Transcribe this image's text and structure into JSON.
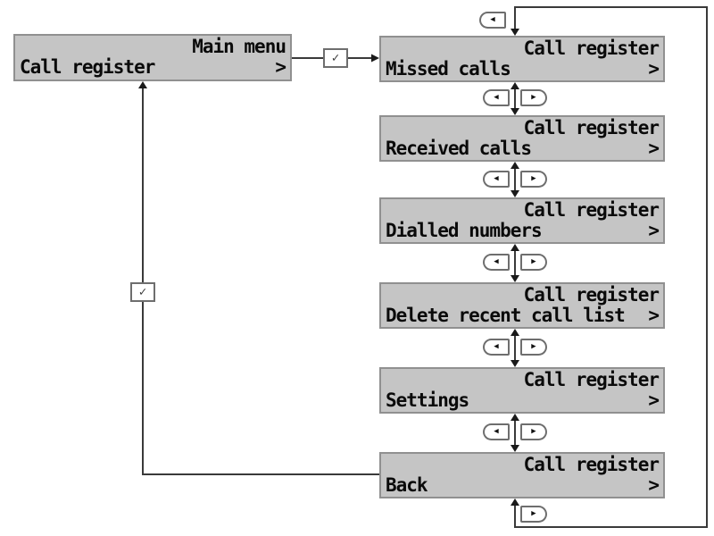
{
  "screens": {
    "main": {
      "title": "Main menu",
      "item": "Call register",
      "scroll_indicator": ">"
    },
    "submenu": [
      {
        "title": "Call register",
        "item": "Missed calls",
        "scroll_indicator": ">"
      },
      {
        "title": "Call register",
        "item": "Received calls",
        "scroll_indicator": ">"
      },
      {
        "title": "Call register",
        "item": "Dialled numbers",
        "scroll_indicator": ">"
      },
      {
        "title": "Call register",
        "item": "Delete recent call list",
        "scroll_indicator": ">"
      },
      {
        "title": "Call register",
        "item": "Settings",
        "scroll_indicator": ">"
      },
      {
        "title": "Call register",
        "item": "Back",
        "scroll_indicator": ">"
      }
    ]
  },
  "keys": {
    "select_key_glyph": "✓",
    "scroll_left_key_glyph": "◀",
    "scroll_right_key_glyph": "▶"
  },
  "colors": {
    "screen_bg": "#c5c5c5",
    "screen_border": "#909090",
    "wire": "#3a3a3a",
    "key_border": "#6e6e6e"
  }
}
